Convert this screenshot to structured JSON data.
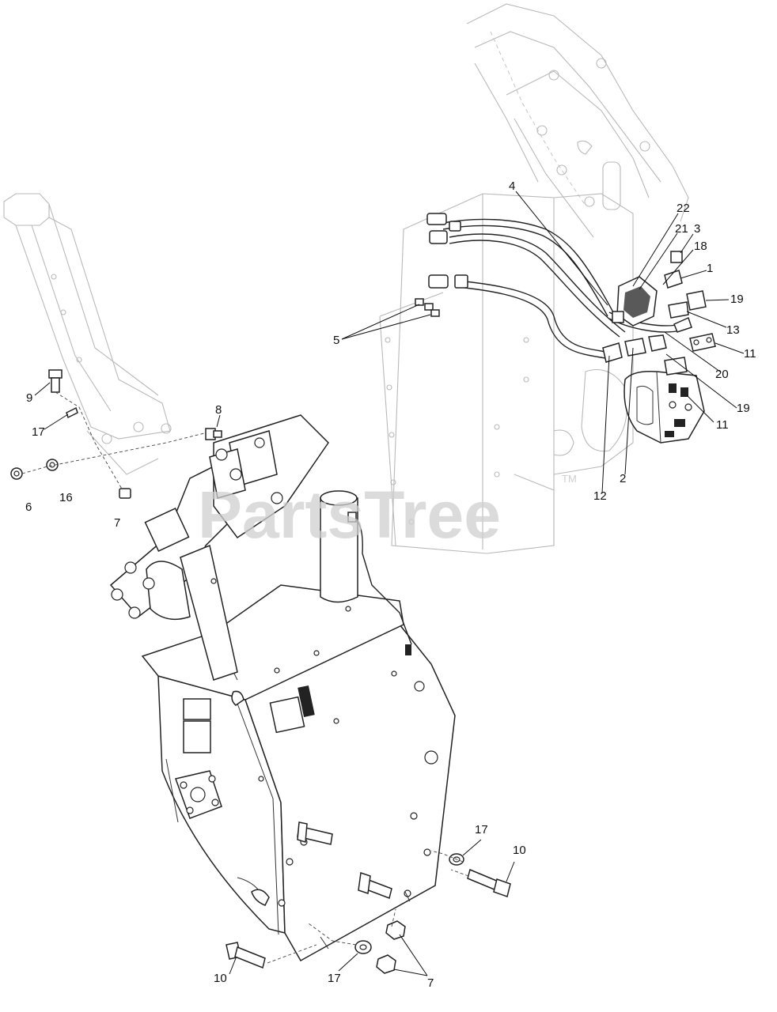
{
  "watermark": {
    "text": "PartsTree",
    "mark": "TM"
  },
  "callouts": [
    {
      "id": "c4",
      "label": "4"
    },
    {
      "id": "c22",
      "label": "22"
    },
    {
      "id": "c21",
      "label": "21"
    },
    {
      "id": "c3",
      "label": "3"
    },
    {
      "id": "c18",
      "label": "18"
    },
    {
      "id": "c1",
      "label": "1"
    },
    {
      "id": "c19a",
      "label": "19"
    },
    {
      "id": "c13",
      "label": "13"
    },
    {
      "id": "c11a",
      "label": "11"
    },
    {
      "id": "c20",
      "label": "20"
    },
    {
      "id": "c19b",
      "label": "19"
    },
    {
      "id": "c11b",
      "label": "11"
    },
    {
      "id": "c5",
      "label": "5"
    },
    {
      "id": "c12",
      "label": "12"
    },
    {
      "id": "c2",
      "label": "2"
    },
    {
      "id": "c9",
      "label": "9"
    },
    {
      "id": "c17a",
      "label": "17"
    },
    {
      "id": "c8",
      "label": "8"
    },
    {
      "id": "c6",
      "label": "6"
    },
    {
      "id": "c16",
      "label": "16"
    },
    {
      "id": "c7a",
      "label": "7"
    },
    {
      "id": "c17b",
      "label": "17"
    },
    {
      "id": "c10a",
      "label": "10"
    },
    {
      "id": "c10b",
      "label": "10"
    },
    {
      "id": "c17c",
      "label": "17"
    },
    {
      "id": "c7b",
      "label": "7"
    }
  ]
}
